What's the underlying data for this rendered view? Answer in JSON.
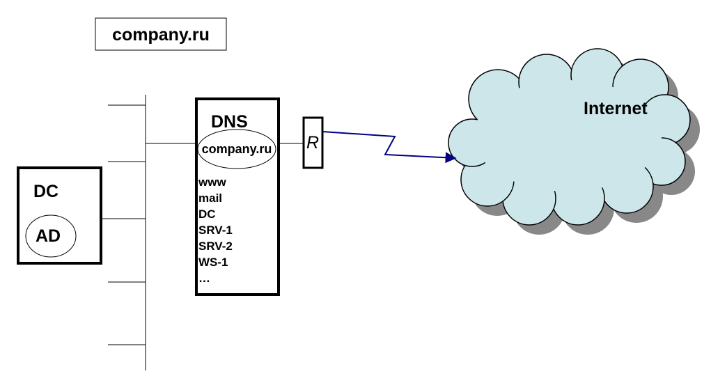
{
  "domain_box": {
    "label": "company.ru"
  },
  "dc": {
    "label": "DC",
    "ad_label": "AD"
  },
  "dns": {
    "title": "DNS",
    "zone_label": "company.ru",
    "records": [
      "www",
      "mail",
      "DC",
      "SRV-1",
      "SRV-2",
      "WS-1",
      "…"
    ]
  },
  "router": {
    "label": "R"
  },
  "internet": {
    "label": "Internet"
  },
  "colors": {
    "cloud_fill": "#cce6ea",
    "cloud_shadow": "#888888",
    "link": "#000080"
  }
}
